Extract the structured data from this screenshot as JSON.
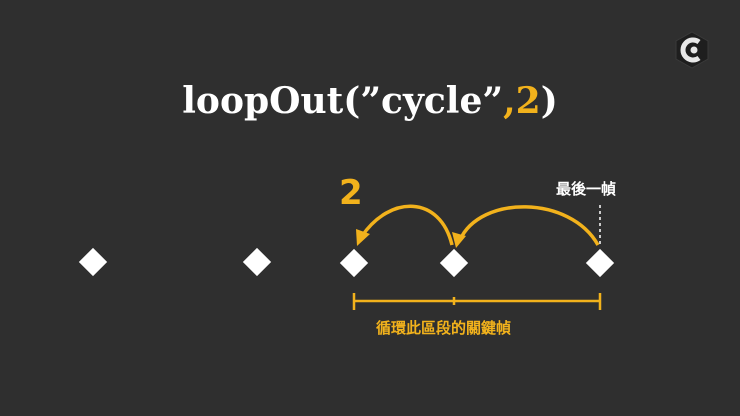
{
  "title": {
    "prefix": "loopOut(”cycle”",
    "comma": ",",
    "number": "2",
    "close": ")"
  },
  "labels": {
    "last_frame": "最後一幀",
    "cycles": "2",
    "loop_range": "循環此區段的關鍵幀"
  },
  "colors": {
    "background": "#2f2f2f",
    "accent": "#f2b21c",
    "keyframe": "#ffffff"
  },
  "icons": {
    "logo": "adobe-after-effects-style-logo"
  }
}
